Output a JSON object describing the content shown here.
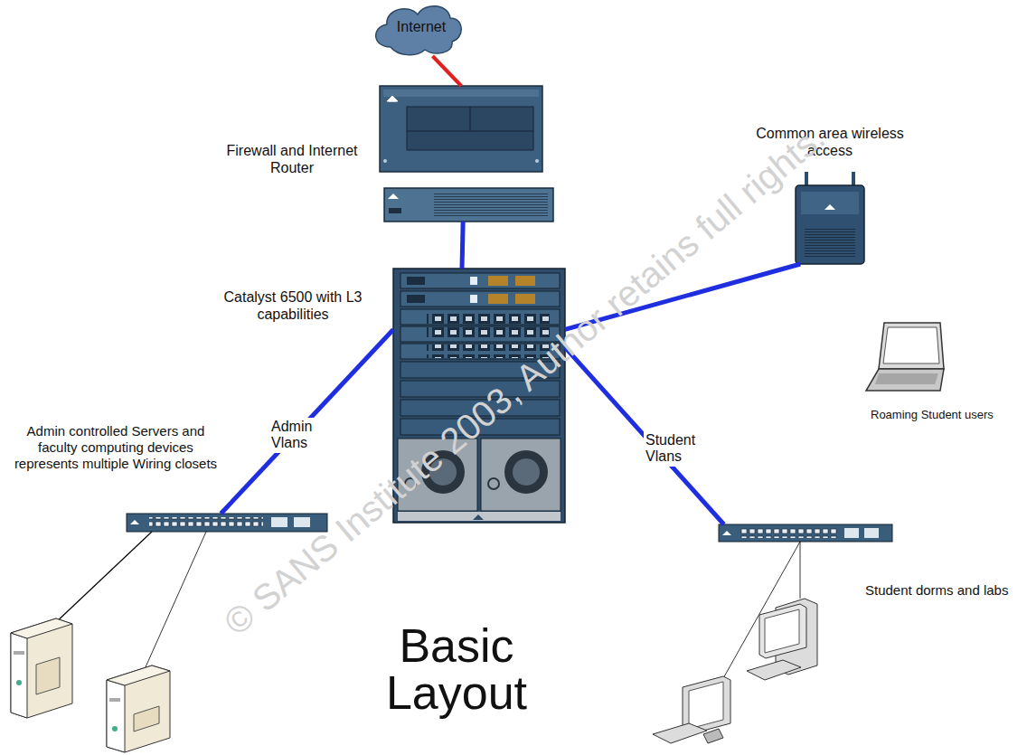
{
  "diagram": {
    "nodes": [
      {
        "text": [
          "Internet"
        ]
      },
      {
        "text": [
          "Firewall and Internet Router"
        ]
      },
      {
        "text": [
          "Catalyst 6500 with L3 capabilities"
        ]
      },
      {
        "text": [
          "Common area wireless access"
        ]
      },
      {
        "text": [
          "Admin controlled Servers and faculty computing devices represents multiple Wiring closets"
        ]
      },
      {
        "text": [
          "Student dorms and labs"
        ]
      },
      {
        "text": [
          "Roaming Student users"
        ]
      }
    ],
    "edges": [
      {
        "from": 0,
        "to": 1,
        "arrow": "none"
      },
      {
        "from": 1,
        "to": 2,
        "arrow": "none"
      },
      {
        "from": 2,
        "to": 3,
        "arrow": "none"
      },
      {
        "from": 2,
        "to": 4,
        "label": "Admin Vlans",
        "arrow": "none"
      },
      {
        "from": 2,
        "to": 5,
        "label": "Student Vlans",
        "arrow": "none"
      }
    ],
    "labels": [
      "Basic Layout",
      "© SANS Institute 2003, Author retains full rights."
    ]
  }
}
